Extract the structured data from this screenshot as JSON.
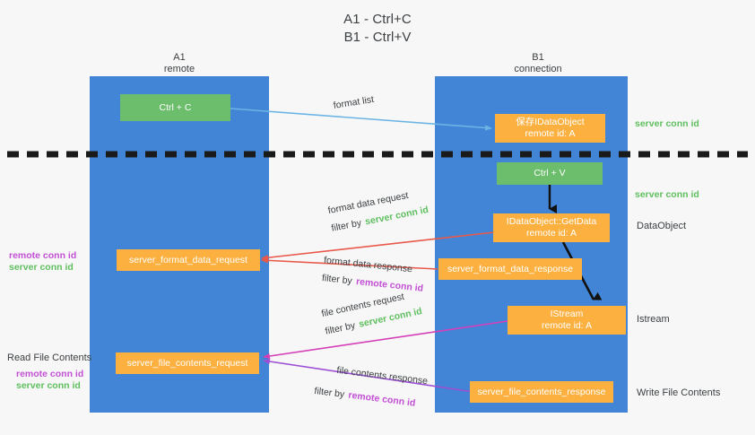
{
  "title": {
    "line1": "A1 - Ctrl+C",
    "line2": "B1 - Ctrl+V"
  },
  "columns": [
    {
      "name": "A1",
      "sub": "remote"
    },
    {
      "name": "B1",
      "sub": "connection"
    }
  ],
  "nodes": {
    "ctrl_c": {
      "label": "Ctrl + C"
    },
    "ctrl_v": {
      "label": "Ctrl + V"
    },
    "idataobject": {
      "line1": "保存IDataObject",
      "line2": "remote id: A"
    },
    "getdata": {
      "line1": "IDataObject::GetData",
      "line2": "remote id: A"
    },
    "istream": {
      "line1": "IStream",
      "line2": "remote id: A"
    },
    "fmt_data_request": {
      "label": "server_format_data_request"
    },
    "fmt_data_response": {
      "label": "server_format_data_response"
    },
    "file_req": {
      "label": "server_file_contents_request"
    },
    "file_resp": {
      "label": "server_file_contents_response"
    }
  },
  "edges": {
    "format_list": {
      "label": "format list"
    },
    "fmt_req_line1": {
      "label": "format data request"
    },
    "fmt_req_filter_pre": {
      "label": "filter by"
    },
    "fmt_req_filter_id": {
      "label": "server conn id"
    },
    "fmt_resp_line1": {
      "label": "format data response"
    },
    "fmt_resp_filter_pre": {
      "label": "filter by"
    },
    "fmt_resp_filter_id": {
      "label": "remote conn id"
    },
    "file_req_line1": {
      "label": "file contents request"
    },
    "file_req_filter_pre": {
      "label": "filter by"
    },
    "file_req_filter_id": {
      "label": "server conn id"
    },
    "file_resp_line1": {
      "label": "file contents response"
    },
    "file_resp_filter_pre": {
      "label": "filter by"
    },
    "file_resp_filter_id": {
      "label": "remote conn id"
    }
  },
  "annotations": {
    "server_conn_top": {
      "label": "server conn id"
    },
    "server_conn_mid": {
      "label": "server conn id"
    },
    "dataobject": {
      "label": "DataObject"
    },
    "istream_side": {
      "label": "Istream"
    },
    "write_file": {
      "label": "Write File Contents"
    },
    "read_file": {
      "label": "Read File Contents"
    },
    "left_remote_1": {
      "label": "remote conn id"
    },
    "left_server_1": {
      "label": "server conn id"
    },
    "left_remote_2": {
      "label": "remote conn id"
    },
    "left_server_2": {
      "label": "server conn id"
    }
  },
  "colors": {
    "lane": "#4285d6",
    "orange": "#fbb040",
    "green_box": "#6cbe6c",
    "green_text": "#5fbf5f",
    "purple_text": "#c24fd4",
    "red_arrow": "#e8594a",
    "blue_arrow": "#6cb4e4",
    "magenta_arrow": "#d43fb8",
    "purple_arrow": "#9c4fd4",
    "divider": "#1a1a1a",
    "background": "#f7f7f7"
  }
}
